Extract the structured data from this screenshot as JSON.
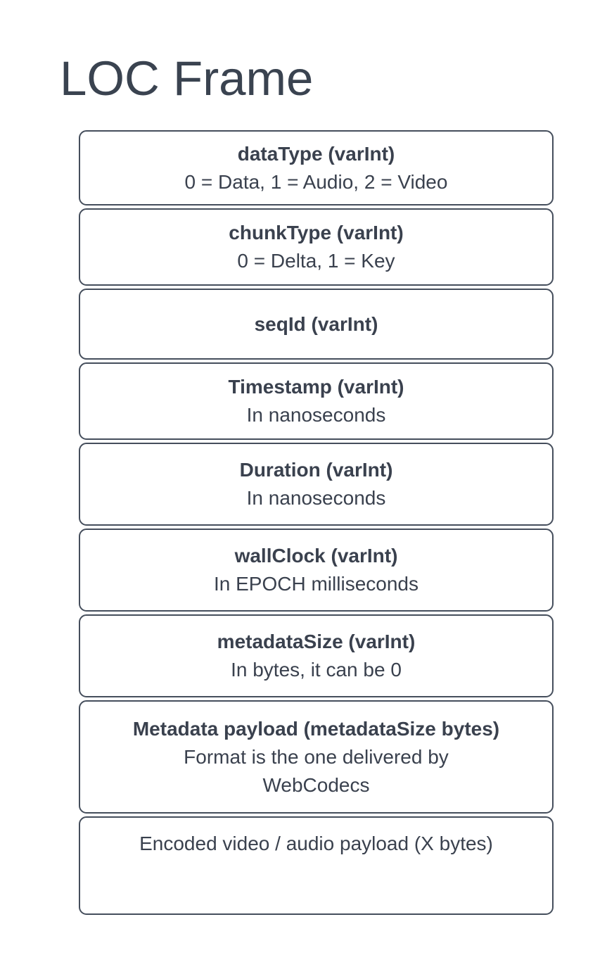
{
  "page": {
    "title": "LOC Frame"
  },
  "colors": {
    "background": "#ffffff",
    "text": "#3a414e",
    "title_text": "#3a4350",
    "box_border": "#454e5c"
  },
  "boxes": [
    {
      "title": "dataType (varInt)",
      "subtitle": "0 = Data, 1 = Audio, 2 = Video"
    },
    {
      "title": "chunkType (varInt)",
      "subtitle": "0 = Delta, 1 = Key"
    },
    {
      "title": "seqId (varInt)",
      "subtitle": ""
    },
    {
      "title": "Timestamp (varInt)",
      "subtitle": "In nanoseconds"
    },
    {
      "title": "Duration (varInt)",
      "subtitle": "In nanoseconds"
    },
    {
      "title": "wallClock (varInt)",
      "subtitle": "In EPOCH milliseconds"
    },
    {
      "title": "metadataSize (varInt)",
      "subtitle": "In bytes, it can be 0"
    },
    {
      "title": "Metadata payload (metadataSize bytes)",
      "subtitle": "Format is the one delivered by WebCodecs"
    },
    {
      "title": "",
      "subtitle": "Encoded video / audio payload (X bytes)"
    }
  ]
}
